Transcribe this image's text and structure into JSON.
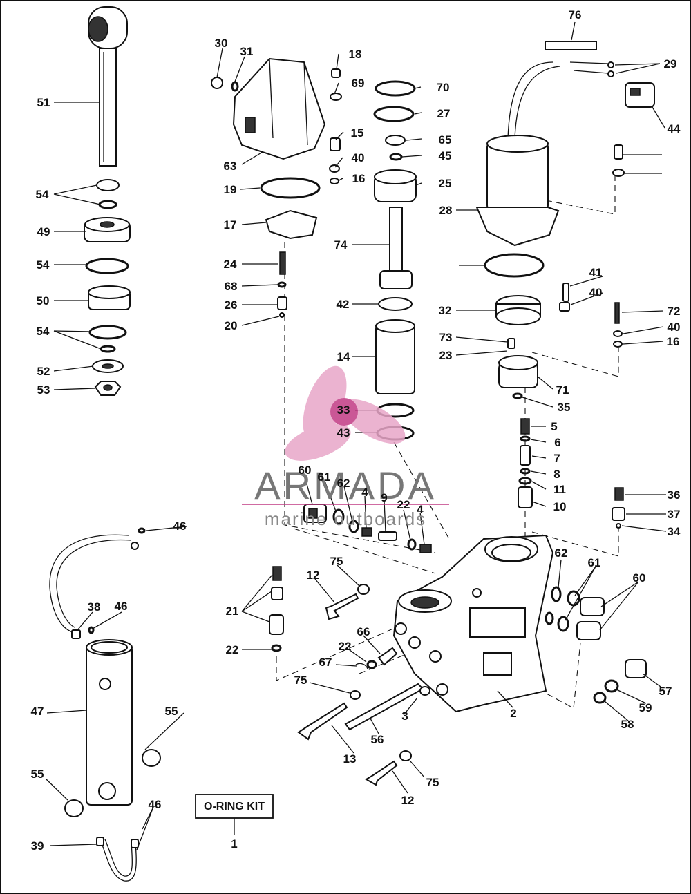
{
  "diagram": {
    "kit_box_label": "O-RING KIT",
    "watermark": {
      "brand": "ARMADA",
      "tagline": "marine outboards"
    },
    "part_numbers": [
      "76",
      "29",
      "44",
      "30",
      "31",
      "18",
      "69",
      "70",
      "27",
      "65",
      "45",
      "25",
      "15",
      "40",
      "16",
      "63",
      "19",
      "17",
      "74",
      "28",
      "51",
      "54",
      "49",
      "50",
      "52",
      "53",
      "24",
      "68",
      "26",
      "20",
      "42",
      "32",
      "41",
      "72",
      "73",
      "23",
      "14",
      "71",
      "35",
      "33",
      "43",
      "5",
      "6",
      "7",
      "8",
      "11",
      "10",
      "36",
      "37",
      "34",
      "60",
      "61",
      "62",
      "4",
      "9",
      "22",
      "46",
      "12",
      "75",
      "21",
      "66",
      "67",
      "38",
      "47",
      "55",
      "3",
      "2",
      "56",
      "57",
      "59",
      "58",
      "13",
      "39",
      "1"
    ],
    "colors": {
      "line": "#111111",
      "watermark_logo": "#e8a6c8",
      "watermark_text": "#777777"
    }
  }
}
